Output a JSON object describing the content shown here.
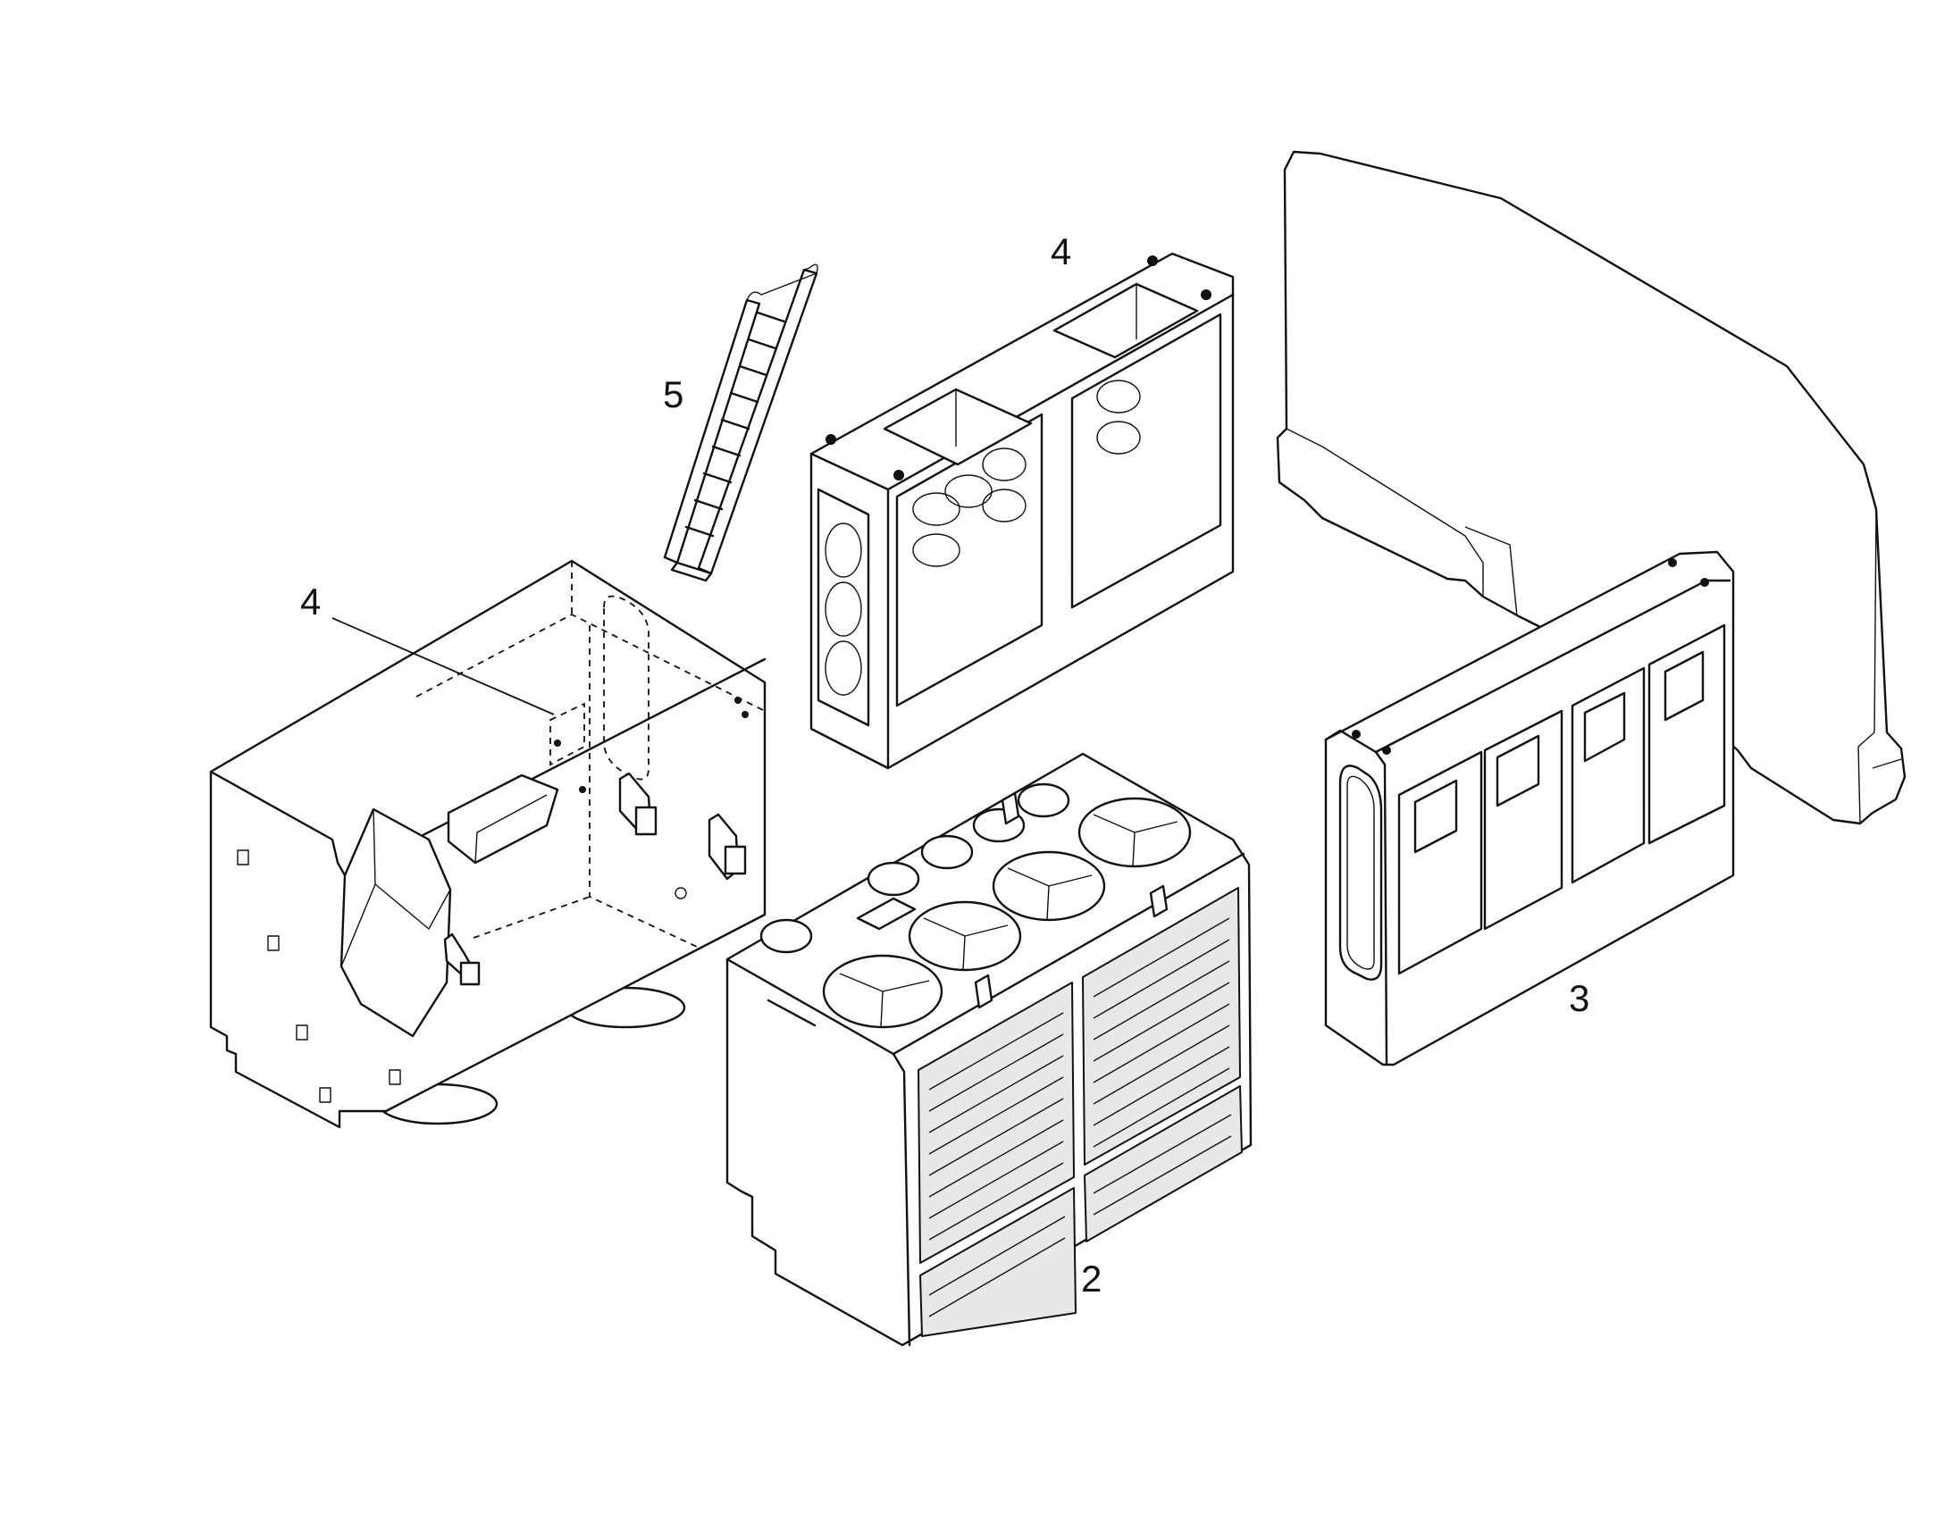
{
  "callouts": {
    "c_housing": "4",
    "c_frame": "4",
    "c_ladder": "5",
    "c_fan_module": "2",
    "c_door_frame": "3"
  }
}
